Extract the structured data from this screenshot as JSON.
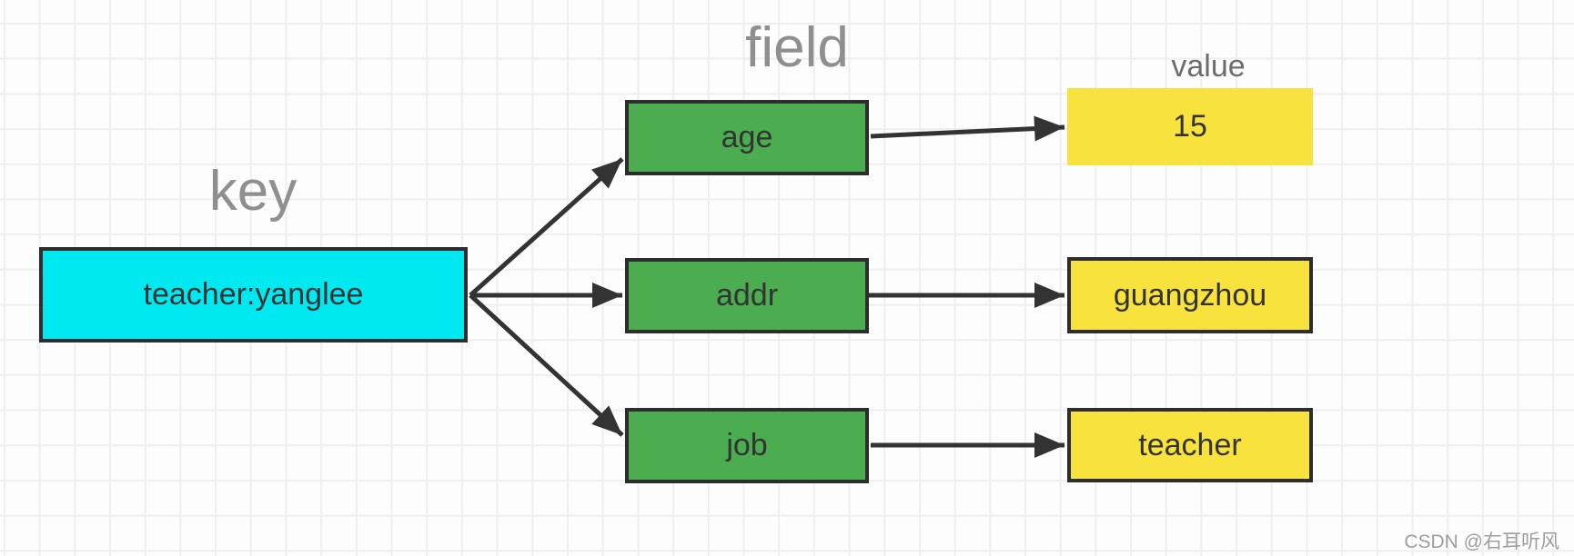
{
  "diagram": {
    "column_labels": {
      "key": "key",
      "field": "field",
      "value": "value"
    },
    "key_node": {
      "label": "teacher:yanglee"
    },
    "rows": [
      {
        "field": "age",
        "value": "15"
      },
      {
        "field": "addr",
        "value": "guangzhou"
      },
      {
        "field": "job",
        "value": "teacher"
      }
    ],
    "colors": {
      "key_fill": "#00E9F0",
      "field_fill": "#4CAC50",
      "value_fill": "#F8E23E",
      "box_border": "#2D2D2D",
      "arrow": "#333333",
      "column_label_text": "#8F8F8F",
      "value_label_text": "#6D6D6D",
      "box_text": "#333333",
      "grid_line": "#EFEFEF",
      "background": "#FDFDFD"
    }
  },
  "watermark": {
    "text": "CSDN @右耳听风"
  }
}
